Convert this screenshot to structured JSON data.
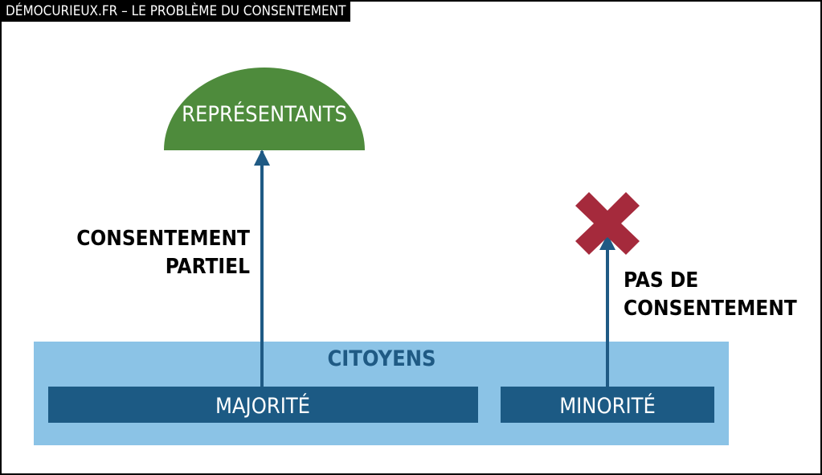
{
  "header": {
    "title": "DÉMOCURIEUX.FR – LE PROBLÈME DU CONSENTEMENT"
  },
  "representatives": {
    "label": "REPRÉSENTANTS",
    "color": "#4e8b3c"
  },
  "citizens": {
    "label": "CITOYENS",
    "panel_color": "#8bc3e6",
    "label_color": "#1f5a84"
  },
  "groups": {
    "majority": {
      "label": "MAJORITÉ"
    },
    "minority": {
      "label": "MINORITÉ"
    },
    "box_color": "#1c5a84"
  },
  "links": {
    "partial_consent": {
      "line1": "CONSENTEMENT",
      "line2": "PARTIEL"
    },
    "no_consent": {
      "line1": "PAS DE",
      "line2": "CONSENTEMENT"
    },
    "arrow_color": "#1f5a84"
  },
  "rejection": {
    "icon": "cross-mark-icon",
    "color": "#a52a3c"
  }
}
